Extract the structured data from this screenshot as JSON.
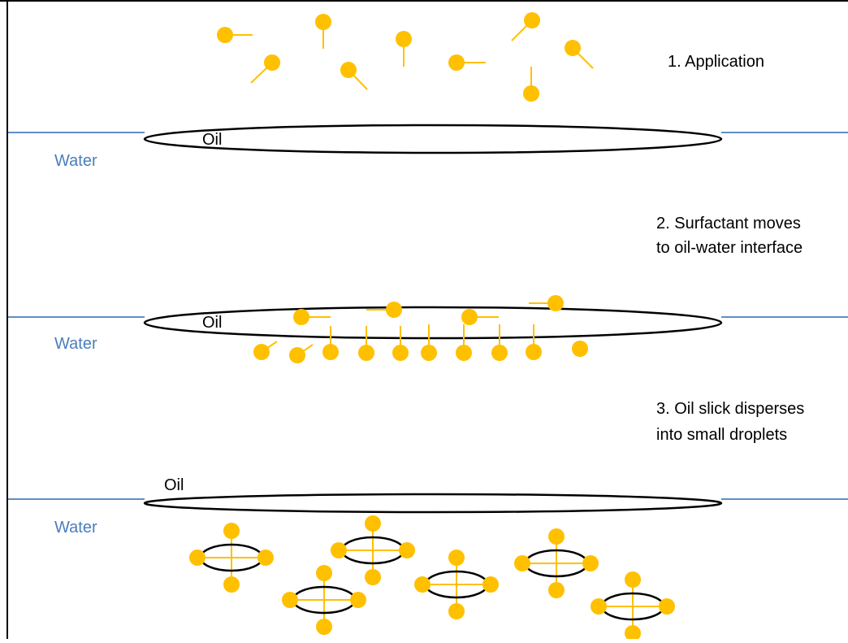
{
  "colors": {
    "water_line": "#4a7ebb",
    "water_text": "#4a7ebb",
    "surfactant": "#ffc000",
    "oil_outline": "#000000",
    "frame": "#000000",
    "background": "#ffffff"
  },
  "steps": [
    {
      "lines": [
        "1. Application"
      ]
    },
    {
      "lines": [
        "2. Surfactant moves",
        "to oil-water interface"
      ]
    },
    {
      "lines": [
        "3. Oil slick disperses",
        "into small droplets"
      ]
    }
  ],
  "panels": [
    {
      "oil_label": "Oil",
      "water_label": "Water"
    },
    {
      "oil_label": "Oil",
      "water_label": "Water"
    },
    {
      "oil_label": "Oil",
      "water_label": "Water"
    }
  ]
}
